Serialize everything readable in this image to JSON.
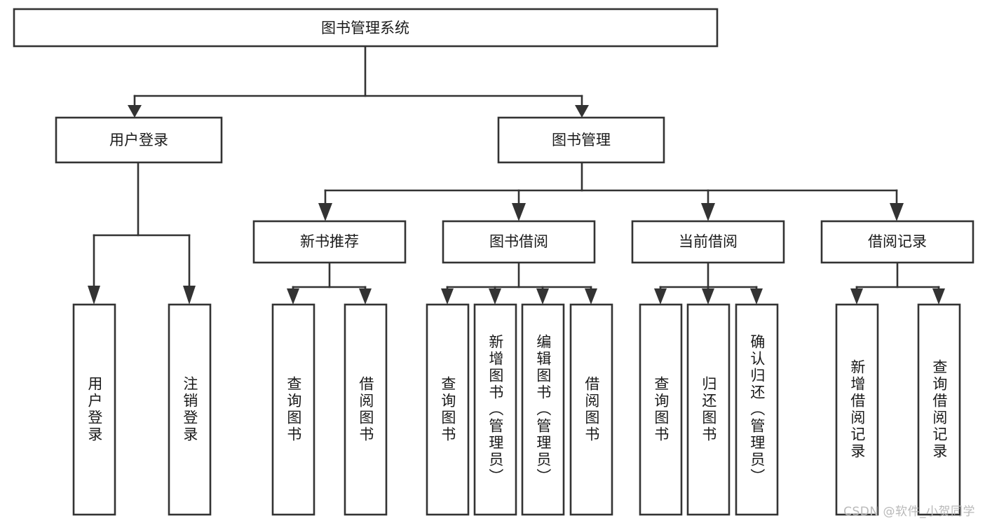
{
  "diagram": {
    "type": "tree-hierarchy",
    "title": "图书管理系统",
    "root": {
      "id": "root",
      "label": "图书管理系统",
      "level": 1
    },
    "level2": [
      {
        "id": "user-login",
        "label": "用户登录"
      },
      {
        "id": "book-manage",
        "label": "图书管理"
      }
    ],
    "level3": [
      {
        "id": "new-book-recommend",
        "label": "新书推荐",
        "parent": "book-manage"
      },
      {
        "id": "book-borrow",
        "label": "图书借阅",
        "parent": "book-manage"
      },
      {
        "id": "current-borrow",
        "label": "当前借阅",
        "parent": "book-manage"
      },
      {
        "id": "borrow-record",
        "label": "借阅记录",
        "parent": "book-manage"
      }
    ],
    "leaves": [
      {
        "id": "leaf-user-login",
        "label": "用户登录",
        "parent": "user-login"
      },
      {
        "id": "leaf-logout",
        "label": "注销登录",
        "parent": "user-login"
      },
      {
        "id": "leaf-query-book-1",
        "label": "查询图书",
        "parent": "new-book-recommend"
      },
      {
        "id": "leaf-borrow-book-1",
        "label": "借阅图书",
        "parent": "new-book-recommend"
      },
      {
        "id": "leaf-query-book-2",
        "label": "查询图书",
        "parent": "book-borrow"
      },
      {
        "id": "leaf-add-book",
        "label": "新增图书（管理员）",
        "parent": "book-borrow"
      },
      {
        "id": "leaf-edit-book",
        "label": "编辑图书（管理员）",
        "parent": "book-borrow"
      },
      {
        "id": "leaf-borrow-book-2",
        "label": "借阅图书",
        "parent": "book-borrow"
      },
      {
        "id": "leaf-query-book-3",
        "label": "查询图书",
        "parent": "current-borrow"
      },
      {
        "id": "leaf-return-book",
        "label": "归还图书",
        "parent": "current-borrow"
      },
      {
        "id": "leaf-confirm-return",
        "label": "确认归还（管理员）",
        "parent": "current-borrow"
      },
      {
        "id": "leaf-add-record",
        "label": "新增借阅记录",
        "parent": "borrow-record"
      },
      {
        "id": "leaf-query-record",
        "label": "查询借阅记录",
        "parent": "borrow-record"
      }
    ],
    "colors": {
      "box_stroke": "#333333",
      "box_fill": "#ffffff",
      "text": "#1a1a1a",
      "background": "#ffffff",
      "watermark": "#b9b9b9"
    }
  },
  "watermark": {
    "text": "CSDN @软件_小贺同学"
  }
}
